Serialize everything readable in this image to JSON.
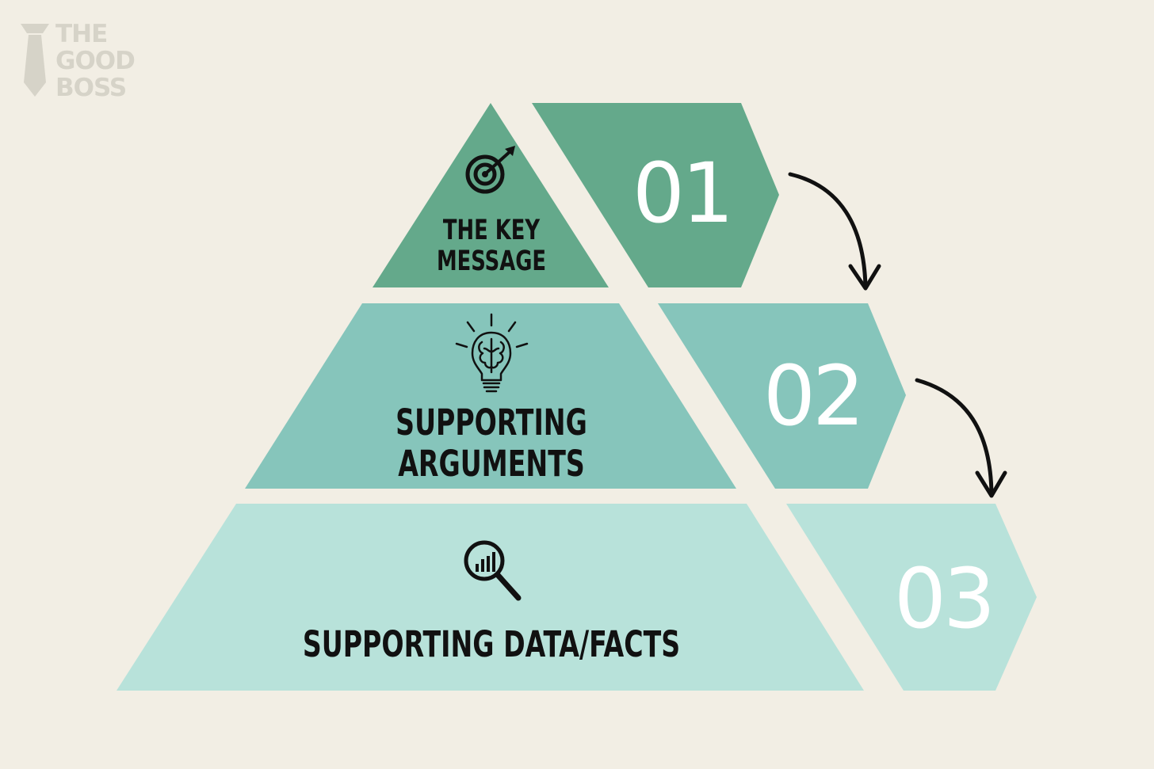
{
  "logo": {
    "lines": [
      "THE",
      "GOOD",
      "BOSS"
    ],
    "icon": "tie-icon"
  },
  "levels": [
    {
      "number": "01",
      "label_lines": [
        "THE KEY",
        "MESSAGE"
      ],
      "icon": "target-icon",
      "color": "#64a98b"
    },
    {
      "number": "02",
      "label_lines": [
        "SUPPORTING",
        "ARGUMENTS"
      ],
      "icon": "lightbulb-brain-icon",
      "color": "#86c5bb"
    },
    {
      "number": "03",
      "label_lines": [
        "SUPPORTING DATA/FACTS"
      ],
      "icon": "magnifier-chart-icon",
      "color": "#b8e2da"
    }
  ],
  "colors": {
    "background": "#f2eee4",
    "arrow": "#111111",
    "logo": "#d6d3c8"
  }
}
